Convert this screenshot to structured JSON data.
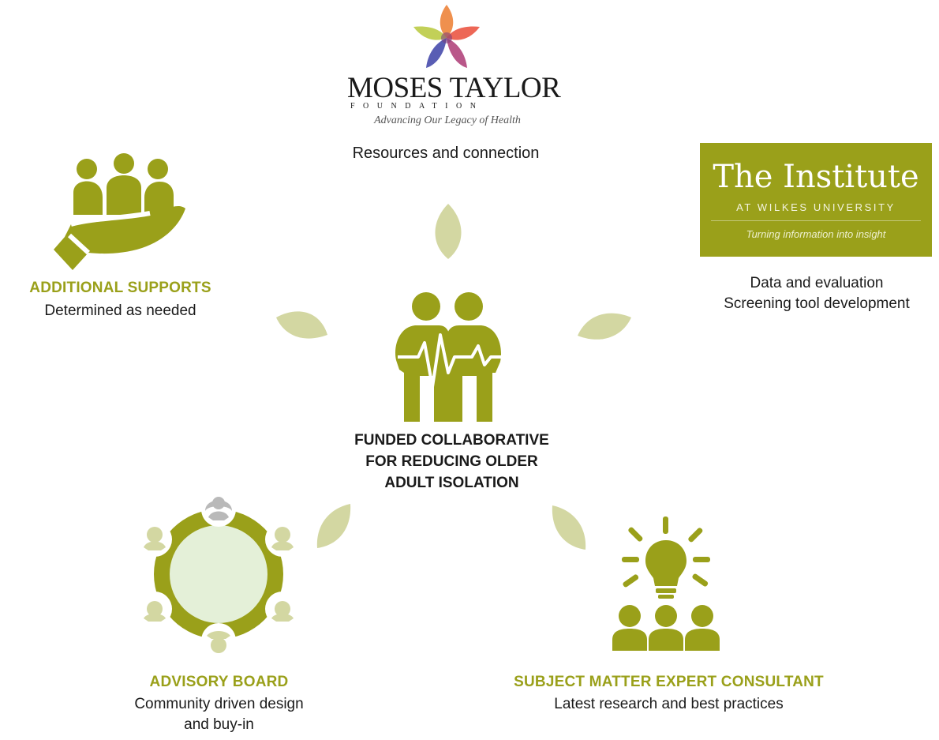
{
  "colors": {
    "olive": "#9aa01a",
    "leaf": "#d3d7a2",
    "board_fill": "#e4f0d8"
  },
  "moses_taylor": {
    "name_first": "Moses",
    "name_last": "Taylor",
    "foundation": "FOUNDATION",
    "tagline": "Advancing Our Legacy of Health",
    "caption": "Resources and connection"
  },
  "institute": {
    "title": "The Institute",
    "subtitle": "AT WILKES UNIVERSITY",
    "tagline": "Turning information into insight",
    "caption_line1": "Data and evaluation",
    "caption_line2": "Screening tool development"
  },
  "additional_supports": {
    "title": "ADDITIONAL SUPPORTS",
    "subtitle": "Determined as needed"
  },
  "center": {
    "line1": "FUNDED COLLABORATIVE",
    "line2": "FOR REDUCING OLDER",
    "line3": "ADULT ISOLATION"
  },
  "advisory_board": {
    "title": "ADVISORY BOARD",
    "subtitle_line1": "Community driven design",
    "subtitle_line2": "and buy-in"
  },
  "sme": {
    "title": "SUBJECT MATTER EXPERT CONSULTANT",
    "subtitle": "Latest research and best practices"
  },
  "icons": {
    "moses_taylor_star": "star-flower-logo-icon",
    "hand_people": "hand-holding-people-icon",
    "central": "two-people-heartbeat-icon",
    "board": "round-table-meeting-icon",
    "expert": "lightbulb-audience-icon"
  }
}
